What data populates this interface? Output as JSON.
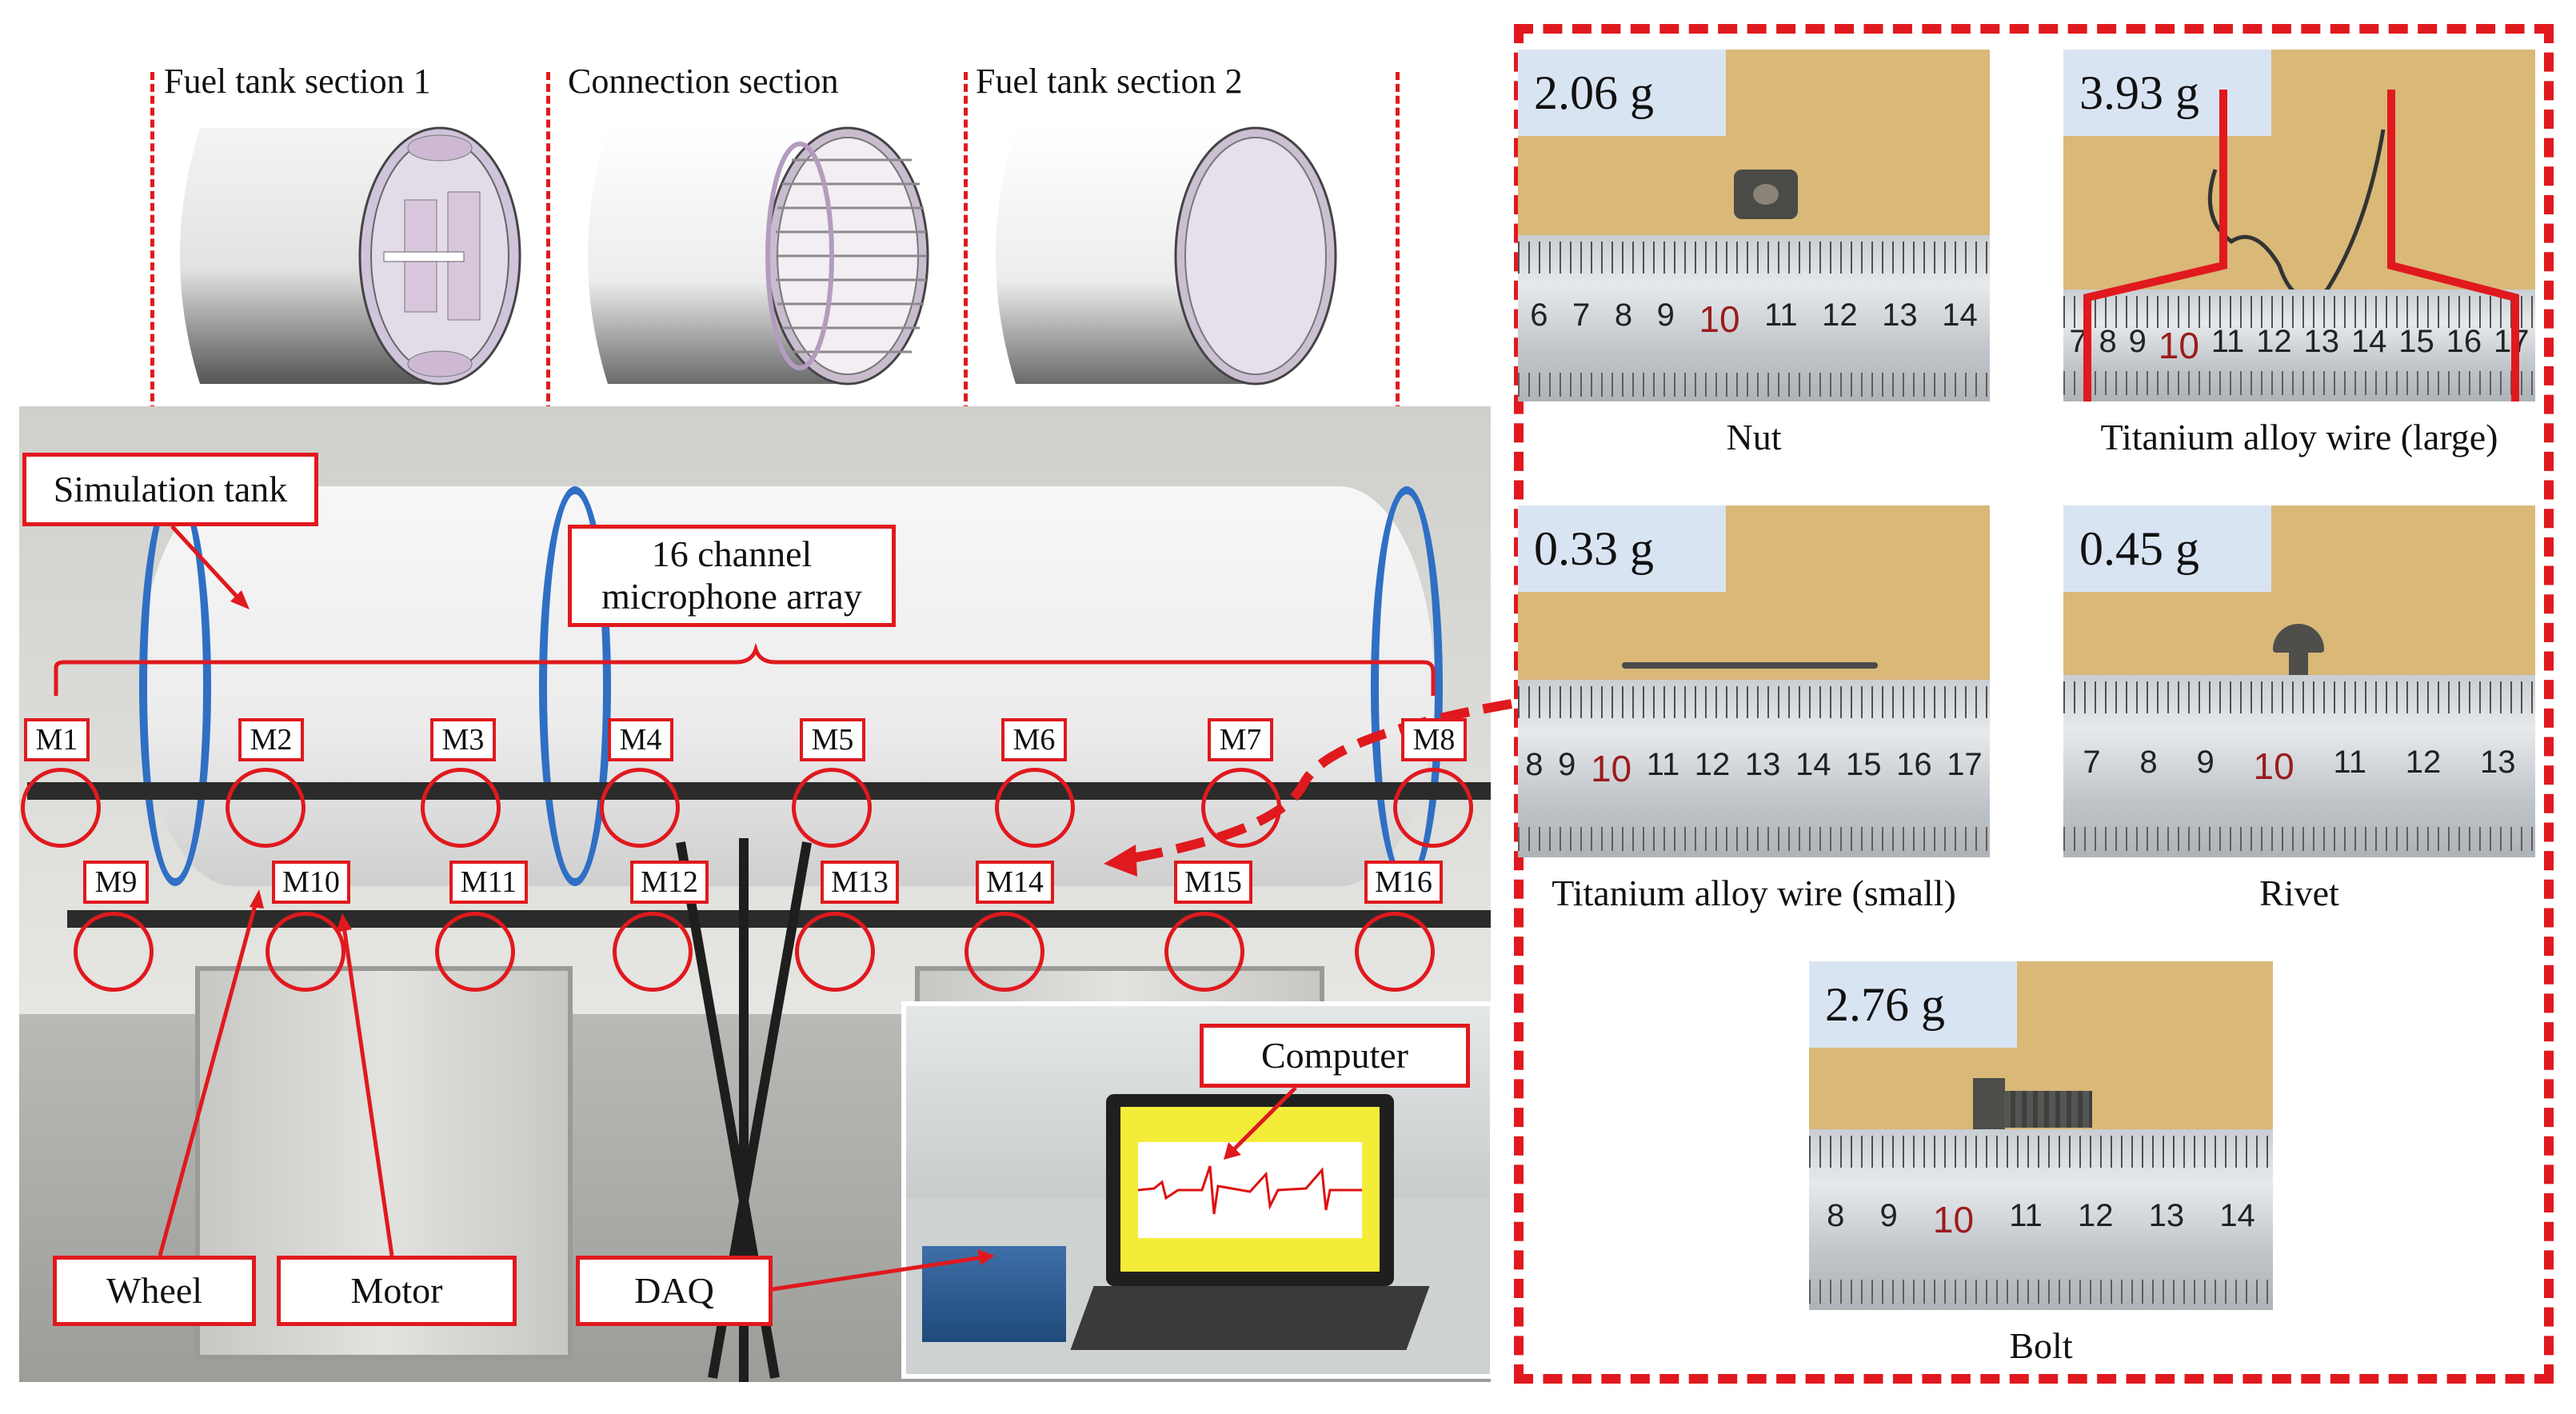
{
  "tank_sections": {
    "section1": "Fuel tank section 1",
    "connection": "Connection section",
    "section2": "Fuel tank section 2"
  },
  "labels": {
    "simulation_tank": "Simulation tank",
    "mic_array_line1": "16 channel",
    "mic_array_line2": "microphone array",
    "wheel": "Wheel",
    "motor": "Motor",
    "daq": "DAQ",
    "computer": "Computer"
  },
  "microphones": [
    "M1",
    "M2",
    "M3",
    "M4",
    "M5",
    "M6",
    "M7",
    "M8",
    "M9",
    "M10",
    "M11",
    "M12",
    "M13",
    "M14",
    "M15",
    "M16"
  ],
  "debris": [
    {
      "mass": "2.06 g",
      "name": "Nut",
      "ruler": [
        "6",
        "7",
        "8",
        "9",
        "10",
        "11",
        "12",
        "13",
        "14"
      ]
    },
    {
      "mass": "3.93 g",
      "name": "Titanium alloy wire (large)",
      "ruler": [
        "7",
        "8",
        "9",
        "10",
        "11",
        "12",
        "13",
        "14",
        "15",
        "16",
        "17"
      ]
    },
    {
      "mass": "0.33 g",
      "name": "Titanium alloy wire (small)",
      "ruler": [
        "8",
        "9",
        "10",
        "11",
        "12",
        "13",
        "14",
        "15",
        "16",
        "17"
      ]
    },
    {
      "mass": "0.45 g",
      "name": "Rivet",
      "ruler": [
        "7",
        "8",
        "9",
        "10",
        "11",
        "12",
        "13"
      ]
    },
    {
      "mass": "2.76 g",
      "name": "Bolt",
      "ruler": [
        "8",
        "9",
        "10",
        "11",
        "12",
        "13",
        "14"
      ]
    }
  ],
  "colors": {
    "accent_red": "#e0191e",
    "tank_blue": "#2f6fc4",
    "mass_bg": "#d9e4f3"
  }
}
